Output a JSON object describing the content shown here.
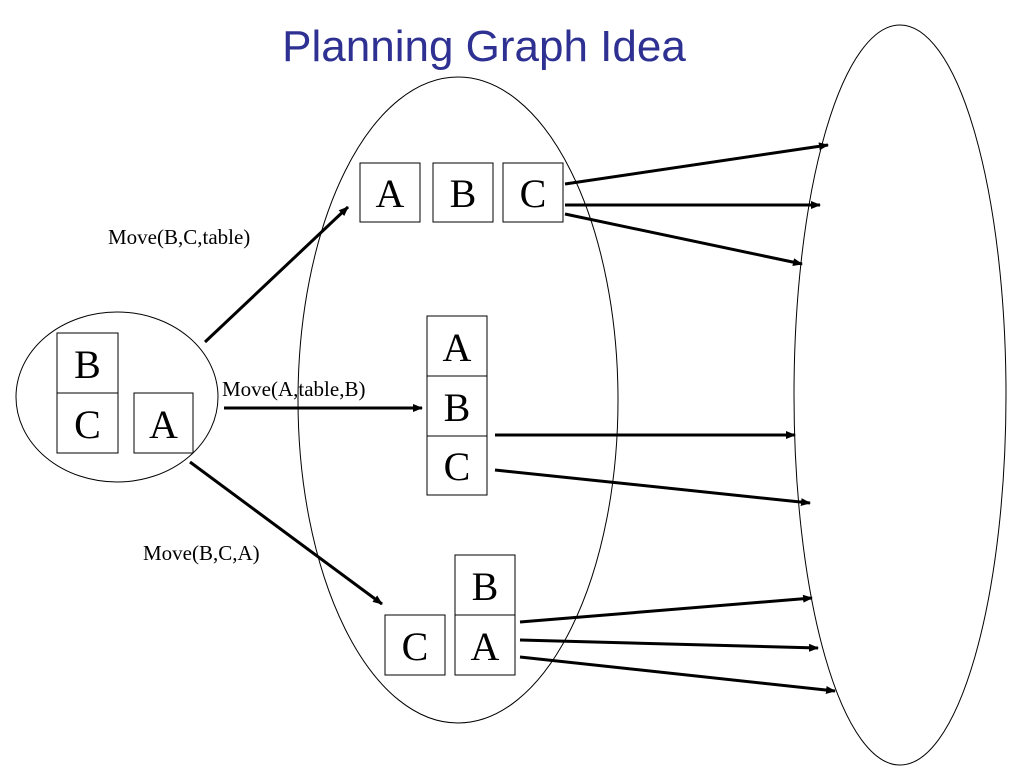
{
  "title": "Planning Graph Idea",
  "initial_state": {
    "blocks": [
      "B",
      "C",
      "A"
    ]
  },
  "actions": [
    {
      "label": "Move(B,C,table)"
    },
    {
      "label": "Move(A,table,B)"
    },
    {
      "label": "Move(B,C,A)"
    }
  ],
  "resulting_states": [
    {
      "blocks": [
        "A",
        "B",
        "C"
      ]
    },
    {
      "blocks": [
        "A",
        "B",
        "C"
      ]
    },
    {
      "blocks": [
        "B",
        "C",
        "A"
      ]
    }
  ]
}
